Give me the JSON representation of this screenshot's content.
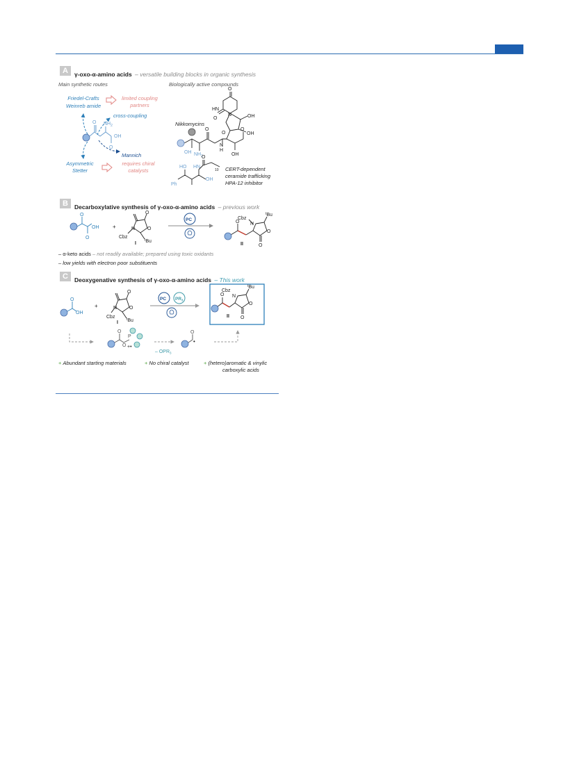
{
  "header": {
    "accent_color": "#1d5fb0"
  },
  "panel_a": {
    "badge": "A",
    "title": "γ-oxo-α-amino acids",
    "subtitle": "– versatile building blocks in organic synthesis",
    "routes_heading": "Main synthetic routes",
    "bio_heading": "Biologically active compounds",
    "friedel": "Friedel-Crafts",
    "weinreb": "Weinreb amide",
    "limited_1": "limited coupling",
    "limited_2": "partners",
    "cross": "cross-coupling",
    "mannich": "Mannich",
    "asym_1": "Asymmetric",
    "asym_2": "Stetter",
    "chiral_1": "requires chiral",
    "chiral_2": "catalysts",
    "nikko": "Nikkomycins",
    "cert_1": "CERT-dependent",
    "cert_2": "ceramide trafficking",
    "cert_3": "HPA-12 inhibitor"
  },
  "panel_b": {
    "badge": "B",
    "title": "Decarboxylative synthesis of γ-oxo-α-amino acids",
    "subtitle": "– previous work",
    "pc": "PC",
    "note1_lead": "α-keto acids",
    "note1_rest": "– not readily available; prepared using toxic oxidants",
    "note2": "low yields with electron poor substituents"
  },
  "panel_c": {
    "badge": "C",
    "title": "Deoxygenative synthesis of γ-oxo-α-amino acids",
    "subtitle": "– This work",
    "pc": "PC",
    "pr3": "PR",
    "minus_opr": "– OPR",
    "adv1": "Abundant starting materials",
    "adv2": "No chiral catalyst",
    "adv3_1": "(hetero)aromatic & vinylic",
    "adv3_2": "carboxylic acids"
  },
  "colors": {
    "blue": "#2d7fb9",
    "navy": "#1d4f91",
    "red": "#e28683",
    "teal": "#3e9aa8",
    "green": "#4fa23b"
  }
}
